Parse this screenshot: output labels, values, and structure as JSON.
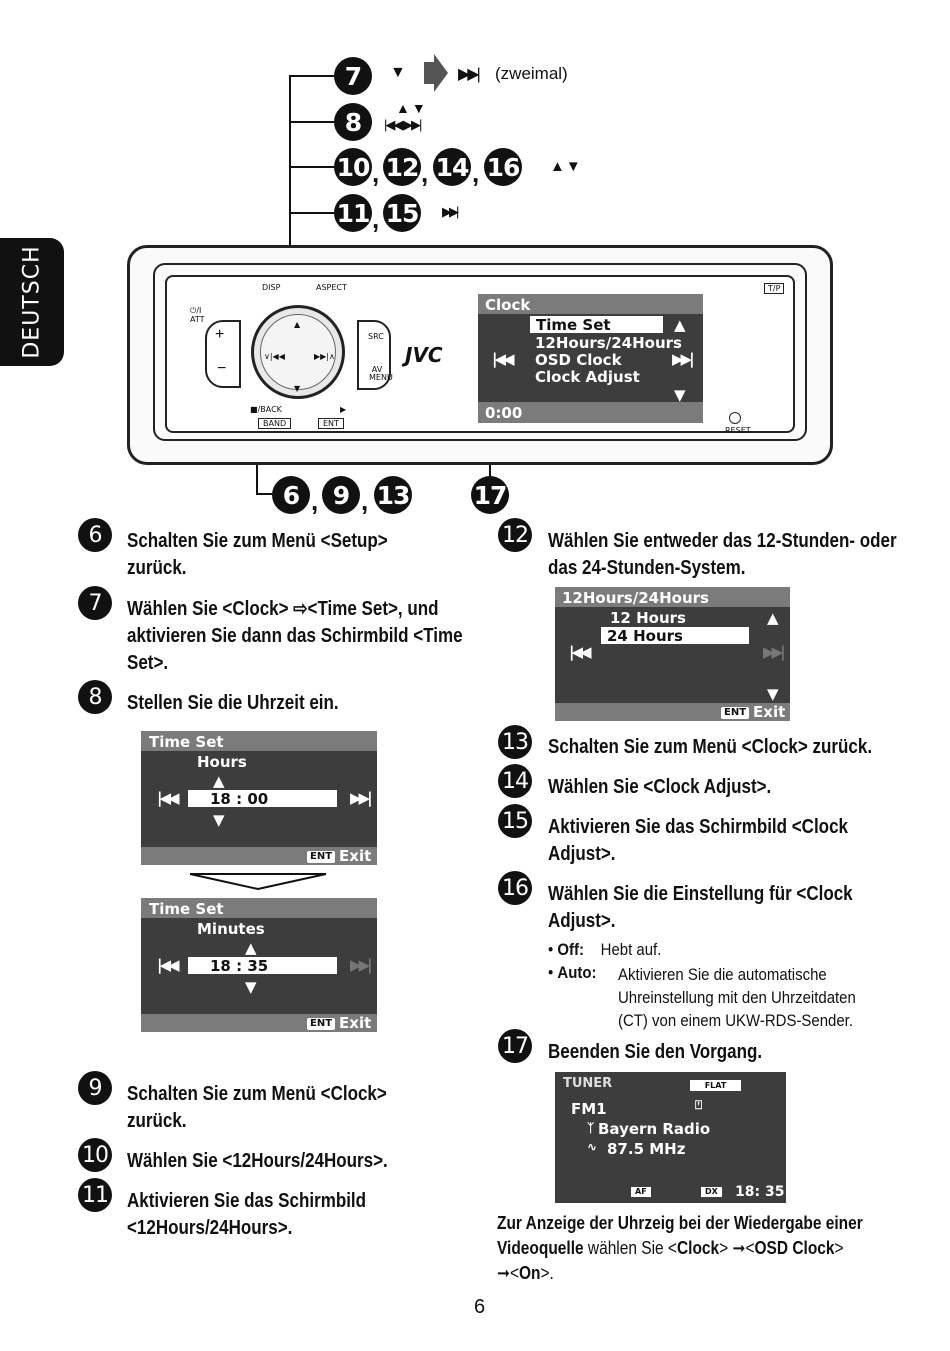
{
  "side_tab": "DEUTSCH",
  "callouts": {
    "c7": {
      "num": "7",
      "symbols": "▼ ➜ ▶▶|",
      "note": "(zweimal)"
    },
    "c8": {
      "num": "8",
      "symbols_top": "▲▼",
      "symbols_bottom": "|◀◀ ▶▶|"
    },
    "c10_group": {
      "nums": [
        "10",
        "12",
        "14",
        "16"
      ],
      "symbols": "▲▼"
    },
    "c11_group": {
      "nums": [
        "11",
        "15"
      ],
      "symbols": "▶▶|"
    },
    "bottom_left": [
      "6",
      "9",
      "13"
    ],
    "bottom_right": "17"
  },
  "unit": {
    "disp": "DISP",
    "aspect": "ASPECT",
    "att": "⏻/I ATT",
    "src": "SRC",
    "av_menu": "AV MENU",
    "brand": "JVC",
    "back": "■/BACK",
    "band": "BAND",
    "ent": "ENT",
    "tp": "T/P",
    "reset": "RESET",
    "display": {
      "title": "Clock",
      "items": [
        "Time Set",
        "12Hours/24Hours",
        "OSD Clock",
        "Clock Adjust"
      ],
      "time": "0:00"
    }
  },
  "steps_left": [
    {
      "num": "6",
      "text": "Schalten Sie zum Menü <Setup> zurück."
    },
    {
      "num": "7",
      "text": "Wählen Sie <Clock> ⇨<Time Set>, und aktivieren Sie dann das Schirmbild <Time Set>."
    },
    {
      "num": "8",
      "text": "Stellen Sie die Uhrzeit ein."
    },
    {
      "num": "9",
      "text": "Schalten Sie zum Menü <Clock> zurück."
    },
    {
      "num": "10",
      "text": "Wählen Sie <12Hours/24Hours>."
    },
    {
      "num": "11",
      "text": "Aktivieren Sie das Schirmbild <12Hours/24Hours>."
    }
  ],
  "screen_hours": {
    "title": "Time Set",
    "label": "Hours",
    "value": "18 : 00",
    "ent": "ENT",
    "exit": "Exit"
  },
  "screen_minutes": {
    "title": "Time Set",
    "label": "Minutes",
    "value": "18 : 35",
    "ent": "ENT",
    "exit": "Exit"
  },
  "steps_right": [
    {
      "num": "12",
      "text": "Wählen Sie entweder das 12-Stunden- oder das 24-Stunden-System."
    },
    {
      "num": "13",
      "text": "Schalten Sie zum Menü <Clock> zurück."
    },
    {
      "num": "14",
      "text": "Wählen Sie <Clock Adjust>."
    },
    {
      "num": "15",
      "text": "Aktivieren Sie das Schirmbild <Clock Adjust>."
    },
    {
      "num": "16",
      "text": "Wählen Sie die Einstellung für <Clock Adjust>."
    },
    {
      "num": "17",
      "text": "Beenden Sie den Vorgang."
    }
  ],
  "screen_1224": {
    "title": "12Hours/24Hours",
    "options": [
      "12 Hours",
      "24 Hours"
    ],
    "ent": "ENT",
    "exit": "Exit"
  },
  "bullets": [
    {
      "term": "Off:",
      "desc": "Hebt auf."
    },
    {
      "term": "Auto:",
      "desc_lines": [
        "Aktivieren Sie die automatische",
        "Uhreinstellung mit den Uhrzeitdaten",
        "(CT) von einem UKW-RDS-Sender."
      ]
    }
  ],
  "screen_tuner": {
    "title": "TUNER",
    "flat": "FLAT",
    "band": "FM1",
    "station": "Bayern Radio",
    "freq": "87.5 MHz",
    "af": "AF",
    "dx": "DX",
    "clock": "18: 35"
  },
  "footer_note": {
    "p1": "Zur Anzeige der Uhrzeig bei der Wiedergabe einer",
    "p2_bold": "Videoquelle",
    "p2_normal": " wählen Sie <",
    "p2_clock": "Clock",
    "p2_mid": "> ➞<",
    "p2_osd": "OSD Clock",
    "p2_end": ">",
    "p3_start": "➞<",
    "p3_on": "On",
    "p3_end": ">."
  },
  "page_number": "6"
}
